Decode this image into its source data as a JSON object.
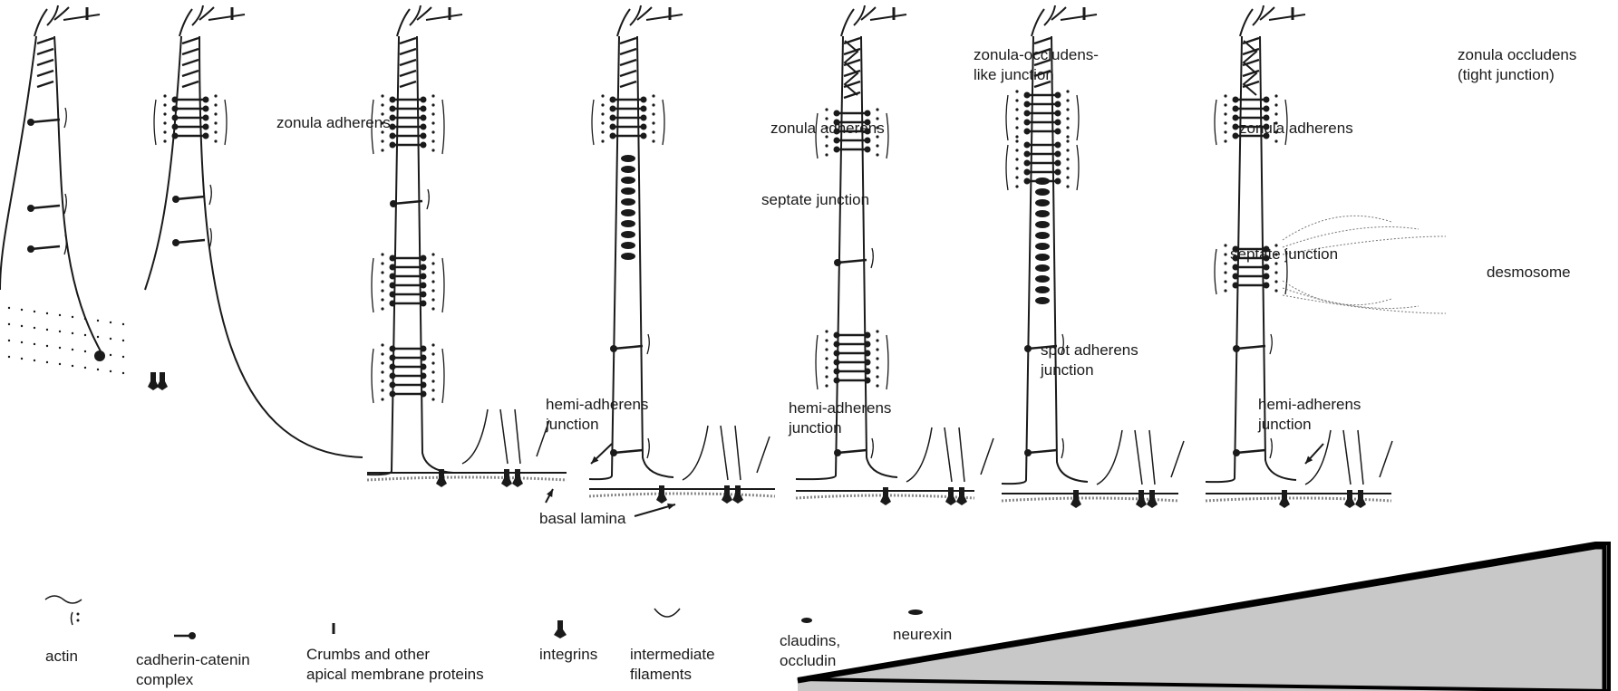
{
  "annotations": {
    "zonula_adherens_1": "zonula adherens",
    "zonula_adherens_2": "zonula adherens",
    "zonula_adherens_3": "zonula adherens",
    "septate_junction_1": "septate junction",
    "septate_junction_2": "septate junction",
    "zonula_occludens_like_line1": "zonula-occludens-",
    "zonula_occludens_like_line2": "like junction",
    "spot_adherens_line1": "spot adherens",
    "spot_adherens_line2": "junction",
    "zonula_occludens_line1": "zonula occludens",
    "zonula_occludens_line2": "(tight junction)",
    "desmosome": "desmosome",
    "hemi_adherens_1_line1": "hemi-adherens",
    "hemi_adherens_1_line2": "junction",
    "hemi_adherens_2_line1": "hemi-adherens",
    "hemi_adherens_2_line2": "junction",
    "hemi_adherens_3_line1": "hemi-adherens",
    "hemi_adherens_3_line2": "junction",
    "basal_lamina": "basal lamina"
  },
  "legend": {
    "actin": "actin",
    "cadherin_line1": "cadherin-catenin",
    "cadherin_line2": "complex",
    "crumbs_line1": "Crumbs and other",
    "crumbs_line2": "apical membrane proteins",
    "integrins": "integrins",
    "intermediate_line1": "intermediate",
    "intermediate_line2": "filaments",
    "claudins_line1": "claudins,",
    "claudins_line2": "occludin",
    "neurexin": "neurexin"
  },
  "colors": {
    "ink": "#1a1a1a",
    "panel_fill": "#c8c8c8",
    "panel_edge": "#000000"
  }
}
